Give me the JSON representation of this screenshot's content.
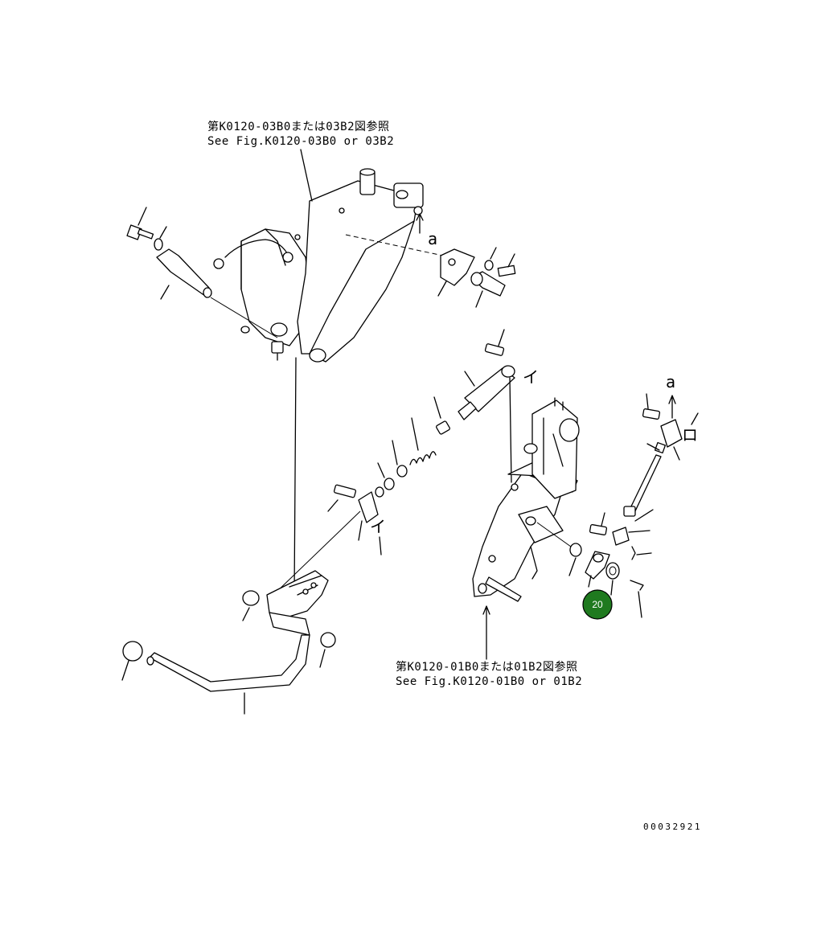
{
  "references": {
    "upper_jp": "第K0120-03B0または03B2図参照",
    "upper_en": "See Fig.K0120-03B0 or 03B2",
    "lower_jp": "第K0120-01B0または01B2図参照",
    "lower_en": "See Fig.K0120-01B0 or 01B2"
  },
  "markers": {
    "a_upper": "a",
    "a_right": "a",
    "i_mid": "イ",
    "i_left": "イ",
    "ro_top": "ロ",
    "ro_right": "ロ"
  },
  "callouts": [
    {
      "label": "20",
      "color": "#1f7a1f"
    }
  ],
  "drawing_code": "00032921"
}
